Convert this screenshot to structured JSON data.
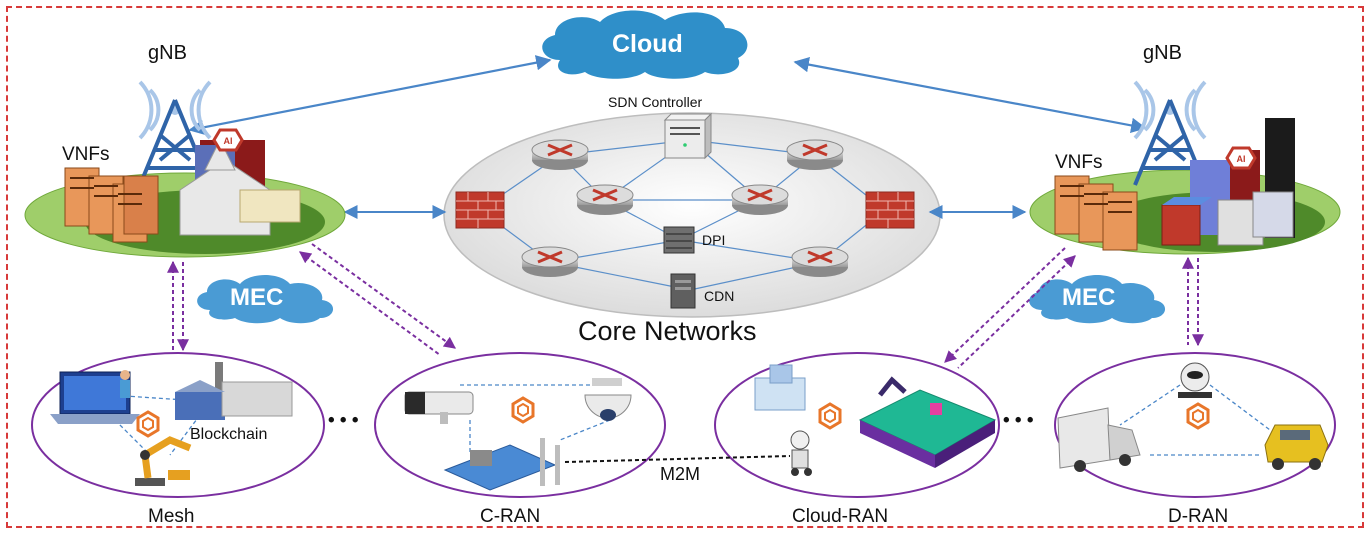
{
  "cloud": {
    "label": "Cloud"
  },
  "left_site": {
    "gnb_label": "gNB",
    "vnfs_label": "VNFs",
    "mec_label": "MEC",
    "ai_badge": "AI"
  },
  "right_site": {
    "gnb_label": "gNB",
    "vnfs_label": "VNFs",
    "mec_label": "MEC",
    "ai_badge": "AI"
  },
  "core": {
    "title": "Core Networks",
    "sdn_label": "SDN Controller",
    "dpi_label": "DPI",
    "cdn_label": "CDN"
  },
  "ran": {
    "mesh_label": "Mesh",
    "cran_label": "C-RAN",
    "cloudran_label": "Cloud-RAN",
    "dran_label": "D-RAN",
    "blockchain_label": "Blockchain",
    "m2m_label": "M2M",
    "separator": "• • •"
  },
  "colors": {
    "border": "#d83a3a",
    "cloud": "#2f8fc9",
    "arrow_blue": "#4a86c8",
    "arrow_purple": "#7a2fa0",
    "ellipse_purple": "#7a2fa0",
    "platform_green": "#9fce6a",
    "tower": "#2f64a8",
    "firewall": "#c0392b"
  }
}
